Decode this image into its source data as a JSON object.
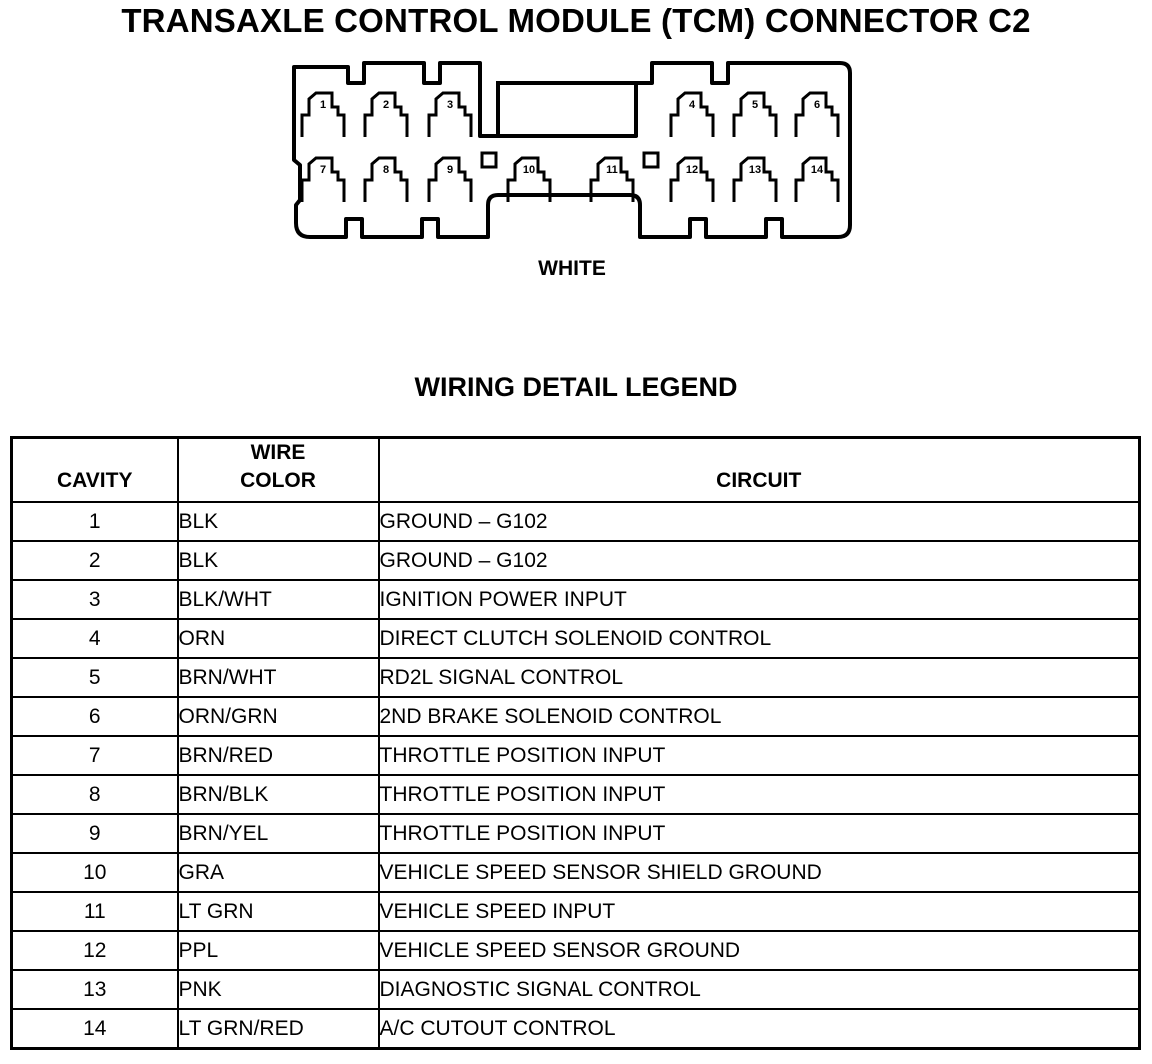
{
  "diagram": {
    "title": "TRANSAXLE CONTROL MODULE (TCM) CONNECTOR C2",
    "connector_color_label": "WHITE",
    "cavity_numbers": [
      "1",
      "2",
      "3",
      "4",
      "5",
      "6",
      "7",
      "8",
      "9",
      "10",
      "11",
      "12",
      "13",
      "14"
    ]
  },
  "legend": {
    "title": "WIRING DETAIL LEGEND",
    "headers": {
      "cavity": "CAVITY",
      "wire_color_line1": "WIRE",
      "wire_color_line2": "COLOR",
      "circuit": "CIRCUIT"
    },
    "rows": [
      {
        "cavity": "1",
        "color": "BLK",
        "circuit": "GROUND – G102"
      },
      {
        "cavity": "2",
        "color": "BLK",
        "circuit": "GROUND – G102"
      },
      {
        "cavity": "3",
        "color": "BLK/WHT",
        "circuit": "IGNITION POWER INPUT"
      },
      {
        "cavity": "4",
        "color": "ORN",
        "circuit": "DIRECT CLUTCH SOLENOID CONTROL"
      },
      {
        "cavity": "5",
        "color": "BRN/WHT",
        "circuit": "RD2L SIGNAL CONTROL"
      },
      {
        "cavity": "6",
        "color": "ORN/GRN",
        "circuit": "2ND BRAKE SOLENOID CONTROL"
      },
      {
        "cavity": "7",
        "color": "BRN/RED",
        "circuit": "THROTTLE POSITION INPUT"
      },
      {
        "cavity": "8",
        "color": "BRN/BLK",
        "circuit": "THROTTLE POSITION INPUT"
      },
      {
        "cavity": "9",
        "color": "BRN/YEL",
        "circuit": "THROTTLE POSITION INPUT"
      },
      {
        "cavity": "10",
        "color": "GRA",
        "circuit": "VEHICLE SPEED SENSOR SHIELD GROUND"
      },
      {
        "cavity": "11",
        "color": "LT GRN",
        "circuit": "VEHICLE SPEED INPUT"
      },
      {
        "cavity": "12",
        "color": "PPL",
        "circuit": "VEHICLE SPEED SENSOR GROUND"
      },
      {
        "cavity": "13",
        "color": "PNK",
        "circuit": "DIAGNOSTIC SIGNAL CONTROL"
      },
      {
        "cavity": "14",
        "color": "LT GRN/RED",
        "circuit": "A/C CUTOUT CONTROL"
      }
    ]
  }
}
